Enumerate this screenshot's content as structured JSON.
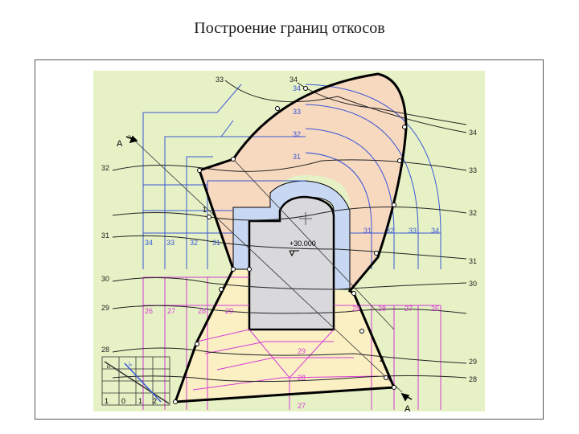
{
  "title": "Построение границ откосов",
  "colors": {
    "background": "#e6f2c6",
    "cut_fill": "#f7d9c0",
    "fill_fill": "#fbf0c4",
    "platform": "#d9d9dc",
    "berm": "#c9d8f2",
    "contour": "#222222",
    "blue_grid": "#3b57d6",
    "magenta_grid": "#d63bd6",
    "outline": "#000000"
  },
  "contour_labels": {
    "top_33": "33",
    "top_34": "34",
    "top_34b": "34",
    "left_32": "32",
    "left_31": "31",
    "left_30": "30",
    "left_29": "29",
    "left_28": "28",
    "right_34": "34",
    "right_33": "33",
    "right_32": "32",
    "right_31": "31",
    "right_30": "30",
    "right_29": "29",
    "right_28": "28"
  },
  "cut_labels": {
    "c33": "33",
    "c32": "32",
    "c31": "31"
  },
  "fill_labels": {
    "f29": "29",
    "f28": "28",
    "f27": "27"
  },
  "blue_left_labels": [
    "34",
    "33",
    "32",
    "31"
  ],
  "blue_right_labels": [
    "31",
    "32",
    "33",
    "34"
  ],
  "magenta_left_labels": [
    "26",
    "27",
    "28",
    "29"
  ],
  "magenta_right_labels": [
    "29",
    "28",
    "27",
    "26"
  ],
  "section_labels": {
    "a_top": "A",
    "a_bottom": "A",
    "n1": "1",
    "n2": "2"
  },
  "elevation": "+30.000",
  "scale": {
    "ticks": [
      "1",
      "0",
      "1",
      "2"
    ],
    "ic": "iₙ",
    "ip": "iₚ"
  }
}
